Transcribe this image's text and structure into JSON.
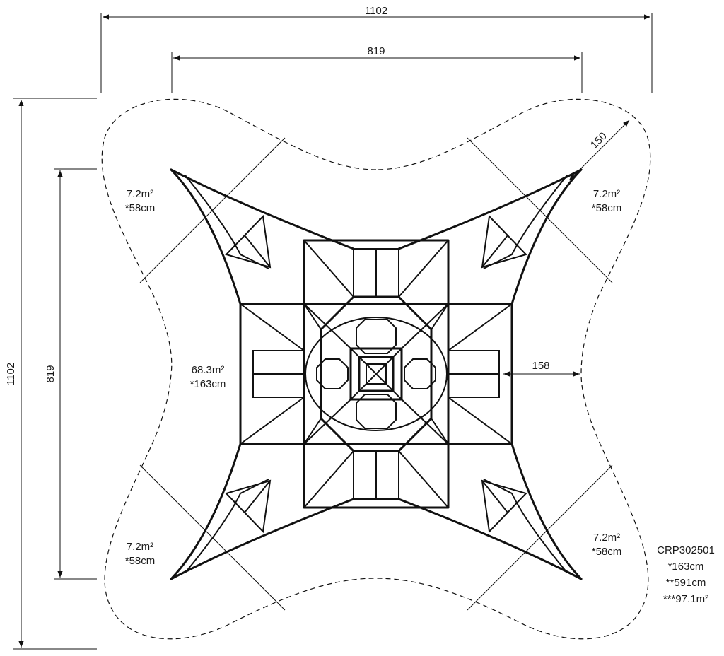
{
  "dimensions": {
    "outer_width": "1102",
    "inner_width": "819",
    "outer_height": "1102",
    "inner_height": "819",
    "corner_reach": "150",
    "side_clearance": "158"
  },
  "areas": {
    "top_left": {
      "area": "7.2m²",
      "height": "*58cm"
    },
    "top_right": {
      "area": "7.2m²",
      "height": "*58cm"
    },
    "bottom_left": {
      "area": "7.2m²",
      "height": "*58cm"
    },
    "bottom_right": {
      "area": "7.2m²",
      "height": "*58cm"
    },
    "center_left": {
      "area": "68.3m²",
      "height": "*163cm"
    }
  },
  "product": {
    "code": "CRP302501",
    "fall_height": "*163cm",
    "total_height": "**591cm",
    "total_area": "***97.1m²"
  }
}
